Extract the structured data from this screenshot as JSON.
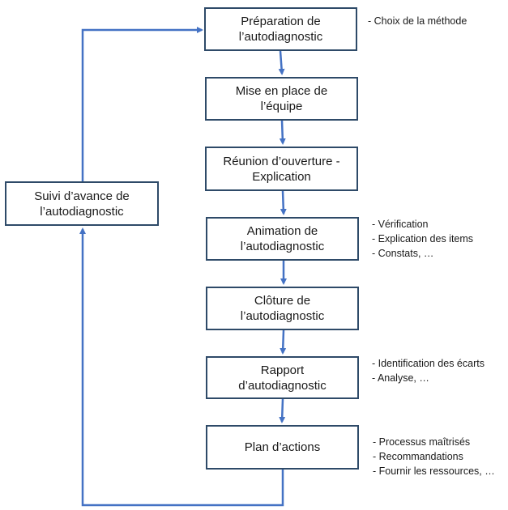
{
  "steps": [
    {
      "id": "preparation",
      "label": "Préparation de\nl’autodiagnostic"
    },
    {
      "id": "equipe",
      "label": "Mise en place de\nl’équipe"
    },
    {
      "id": "reunion",
      "label": "Réunion d’ouverture -\nExplication"
    },
    {
      "id": "animation",
      "label": "Animation de\nl’autodiagnostic"
    },
    {
      "id": "cloture",
      "label": "Clôture de\nl’autodiagnostic"
    },
    {
      "id": "rapport",
      "label": "Rapport\nd’autodiagnostic"
    },
    {
      "id": "plan",
      "label": "Plan d’actions"
    }
  ],
  "side_step": {
    "label": "Suivi d’avance de\nl’autodiagnostic"
  },
  "notes": {
    "preparation": [
      "- Choix de la méthode"
    ],
    "animation": [
      "- Vérification",
      "- Explication des items",
      "- Constats, …"
    ],
    "rapport": [
      "- Identification des écarts",
      "- Analyse, …"
    ],
    "plan": [
      "- Processus maîtrisés",
      "- Recommandations",
      "- Fournir les ressources, …"
    ]
  },
  "colors": {
    "box_border": "#2e4a68",
    "arrow": "#4472c4",
    "text": "#1a1a1a"
  }
}
